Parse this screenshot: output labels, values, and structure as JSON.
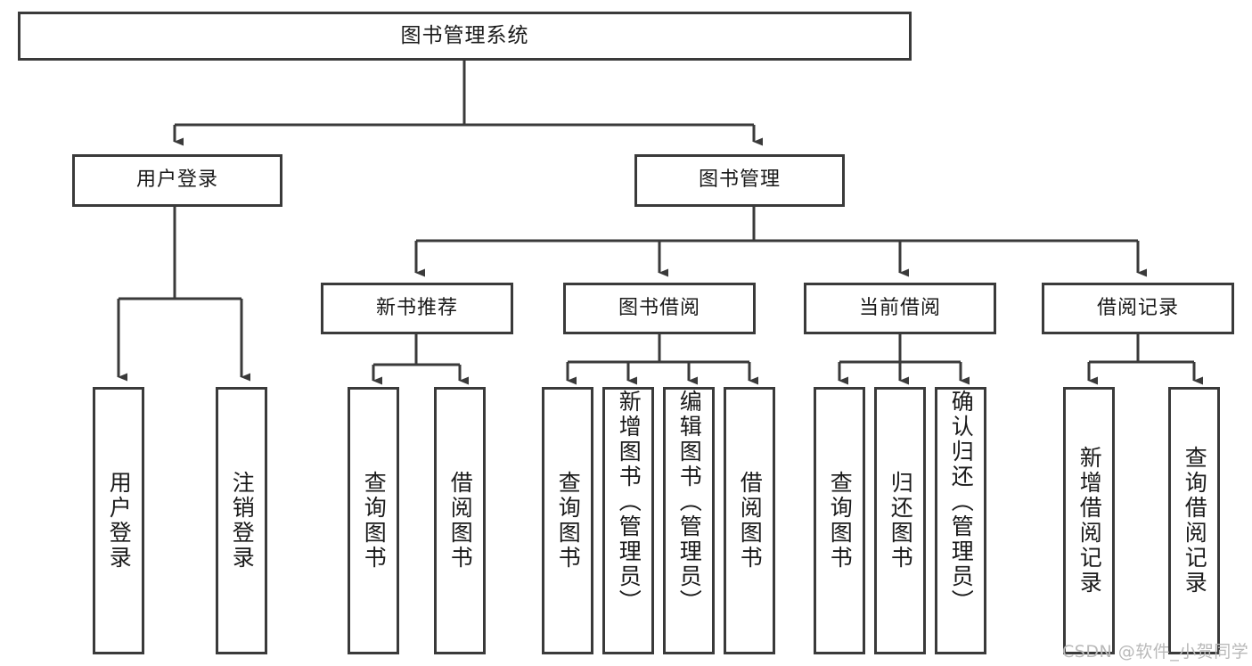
{
  "diagram": {
    "type": "tree",
    "title": "图书管理系统",
    "orientation": "top-down",
    "line_color": "#3a3a3a",
    "box_fill": "#ffffff",
    "text_color": "#1a1a1a"
  },
  "root": {
    "label": "图书管理系统"
  },
  "level2": [
    {
      "label": "用户登录"
    },
    {
      "label": "图书管理"
    }
  ],
  "level3": [
    {
      "label": "新书推荐"
    },
    {
      "label": "图书借阅"
    },
    {
      "label": "当前借阅"
    },
    {
      "label": "借阅记录"
    }
  ],
  "leaves": {
    "user_login": [
      {
        "label": "用户登录"
      },
      {
        "label": "注销登录"
      }
    ],
    "new_book_recommend": [
      {
        "label": "查询图书"
      },
      {
        "label": "借阅图书"
      }
    ],
    "book_borrow": [
      {
        "label": "查询图书"
      },
      {
        "label": "新增图书（管理员）"
      },
      {
        "label": "编辑图书（管理员）"
      },
      {
        "label": "借阅图书"
      }
    ],
    "current_borrow": [
      {
        "label": "查询图书"
      },
      {
        "label": "归还图书"
      },
      {
        "label": "确认归还（管理员）"
      }
    ],
    "borrow_record": [
      {
        "label": "新增借阅记录"
      },
      {
        "label": "查询借阅记录"
      }
    ]
  },
  "watermark": {
    "text": "CSDN @软件_小贺同学"
  }
}
